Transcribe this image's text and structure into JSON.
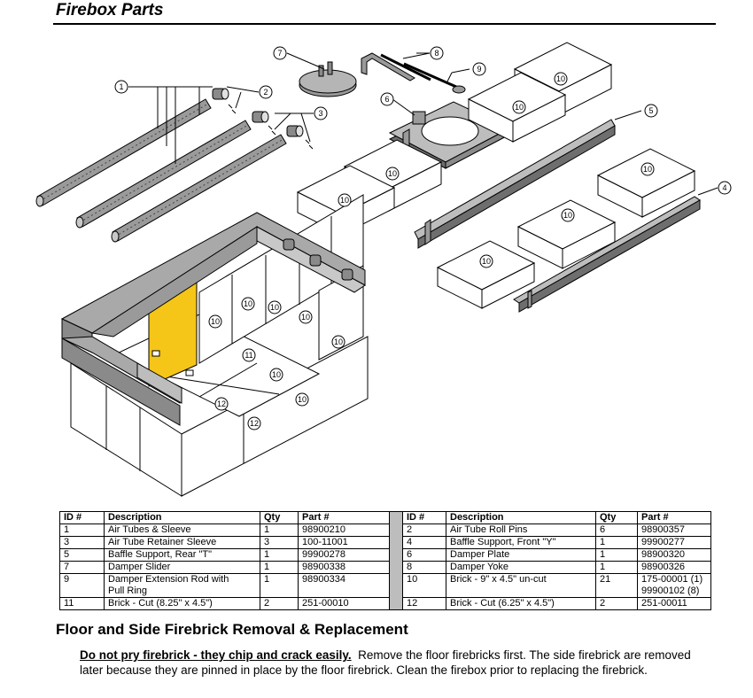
{
  "page": {
    "title": "Firebox Parts",
    "subhead": "Floor and Side Firebrick Removal & Replacement",
    "instructions": {
      "warning": "Do not pry firebrick - they chip and crack easily.",
      "text": "Remove the floor firebricks first. The side firebrick are removed later because they are pinned in place by the floor firebrick. Clean the firebox prior to replacing the firebrick."
    }
  },
  "diagram": {
    "callouts": {
      "c1": "1",
      "c2": "2",
      "c3": "3",
      "c4": "4",
      "c5": "5",
      "c6": "6",
      "c7": "7",
      "c8": "8",
      "c9": "9",
      "b10": "10",
      "b11": "11",
      "b12": "12"
    },
    "colors": {
      "slider": "#f5c518",
      "steel": "#a9a9a9",
      "steel_dark": "#6e6e6e",
      "brick": "#ffffff"
    }
  },
  "table": {
    "headers": {
      "id": "ID #",
      "desc": "Description",
      "qty": "Qty",
      "part": "Part #"
    },
    "rows": [
      [
        {
          "id": "1",
          "desc": "Air Tubes & Sleeve",
          "qty": "1",
          "part": "98900210"
        },
        {
          "id": "2",
          "desc": "Air Tube Roll Pins",
          "qty": "6",
          "part": "98900357"
        }
      ],
      [
        {
          "id": "3",
          "desc": "Air Tube Retainer Sleeve",
          "qty": "3",
          "part": "100-11001"
        },
        {
          "id": "4",
          "desc": "Baffle Support, Front \"Y\"",
          "qty": "1",
          "part": "99900277"
        }
      ],
      [
        {
          "id": "5",
          "desc": "Baffle Support, Rear \"T\"",
          "qty": "1",
          "part": "99900278"
        },
        {
          "id": "6",
          "desc": "Damper Plate",
          "qty": "1",
          "part": "98900320"
        }
      ],
      [
        {
          "id": "7",
          "desc": "Damper Slider",
          "qty": "1",
          "part": "98900338"
        },
        {
          "id": "8",
          "desc": "Damper Yoke",
          "qty": "1",
          "part": "98900326"
        }
      ],
      [
        {
          "id": "9",
          "desc": "Damper Extension Rod with",
          "desc2": "Pull Ring",
          "qty": "1",
          "part": "98900334"
        },
        {
          "id": "10",
          "desc": "Brick - 9\" x 4.5\" un-cut",
          "qty": "21",
          "part": "175-00001 (1)",
          "part2": "99900102 (8)"
        }
      ],
      [
        {
          "id": "11",
          "desc": "Brick - Cut (8.25\" x 4.5\")",
          "qty": "2",
          "part": "251-00010"
        },
        {
          "id": "12",
          "desc": "Brick - Cut (6.25\" x 4.5\")",
          "qty": "2",
          "part": "251-00011"
        }
      ]
    ]
  }
}
